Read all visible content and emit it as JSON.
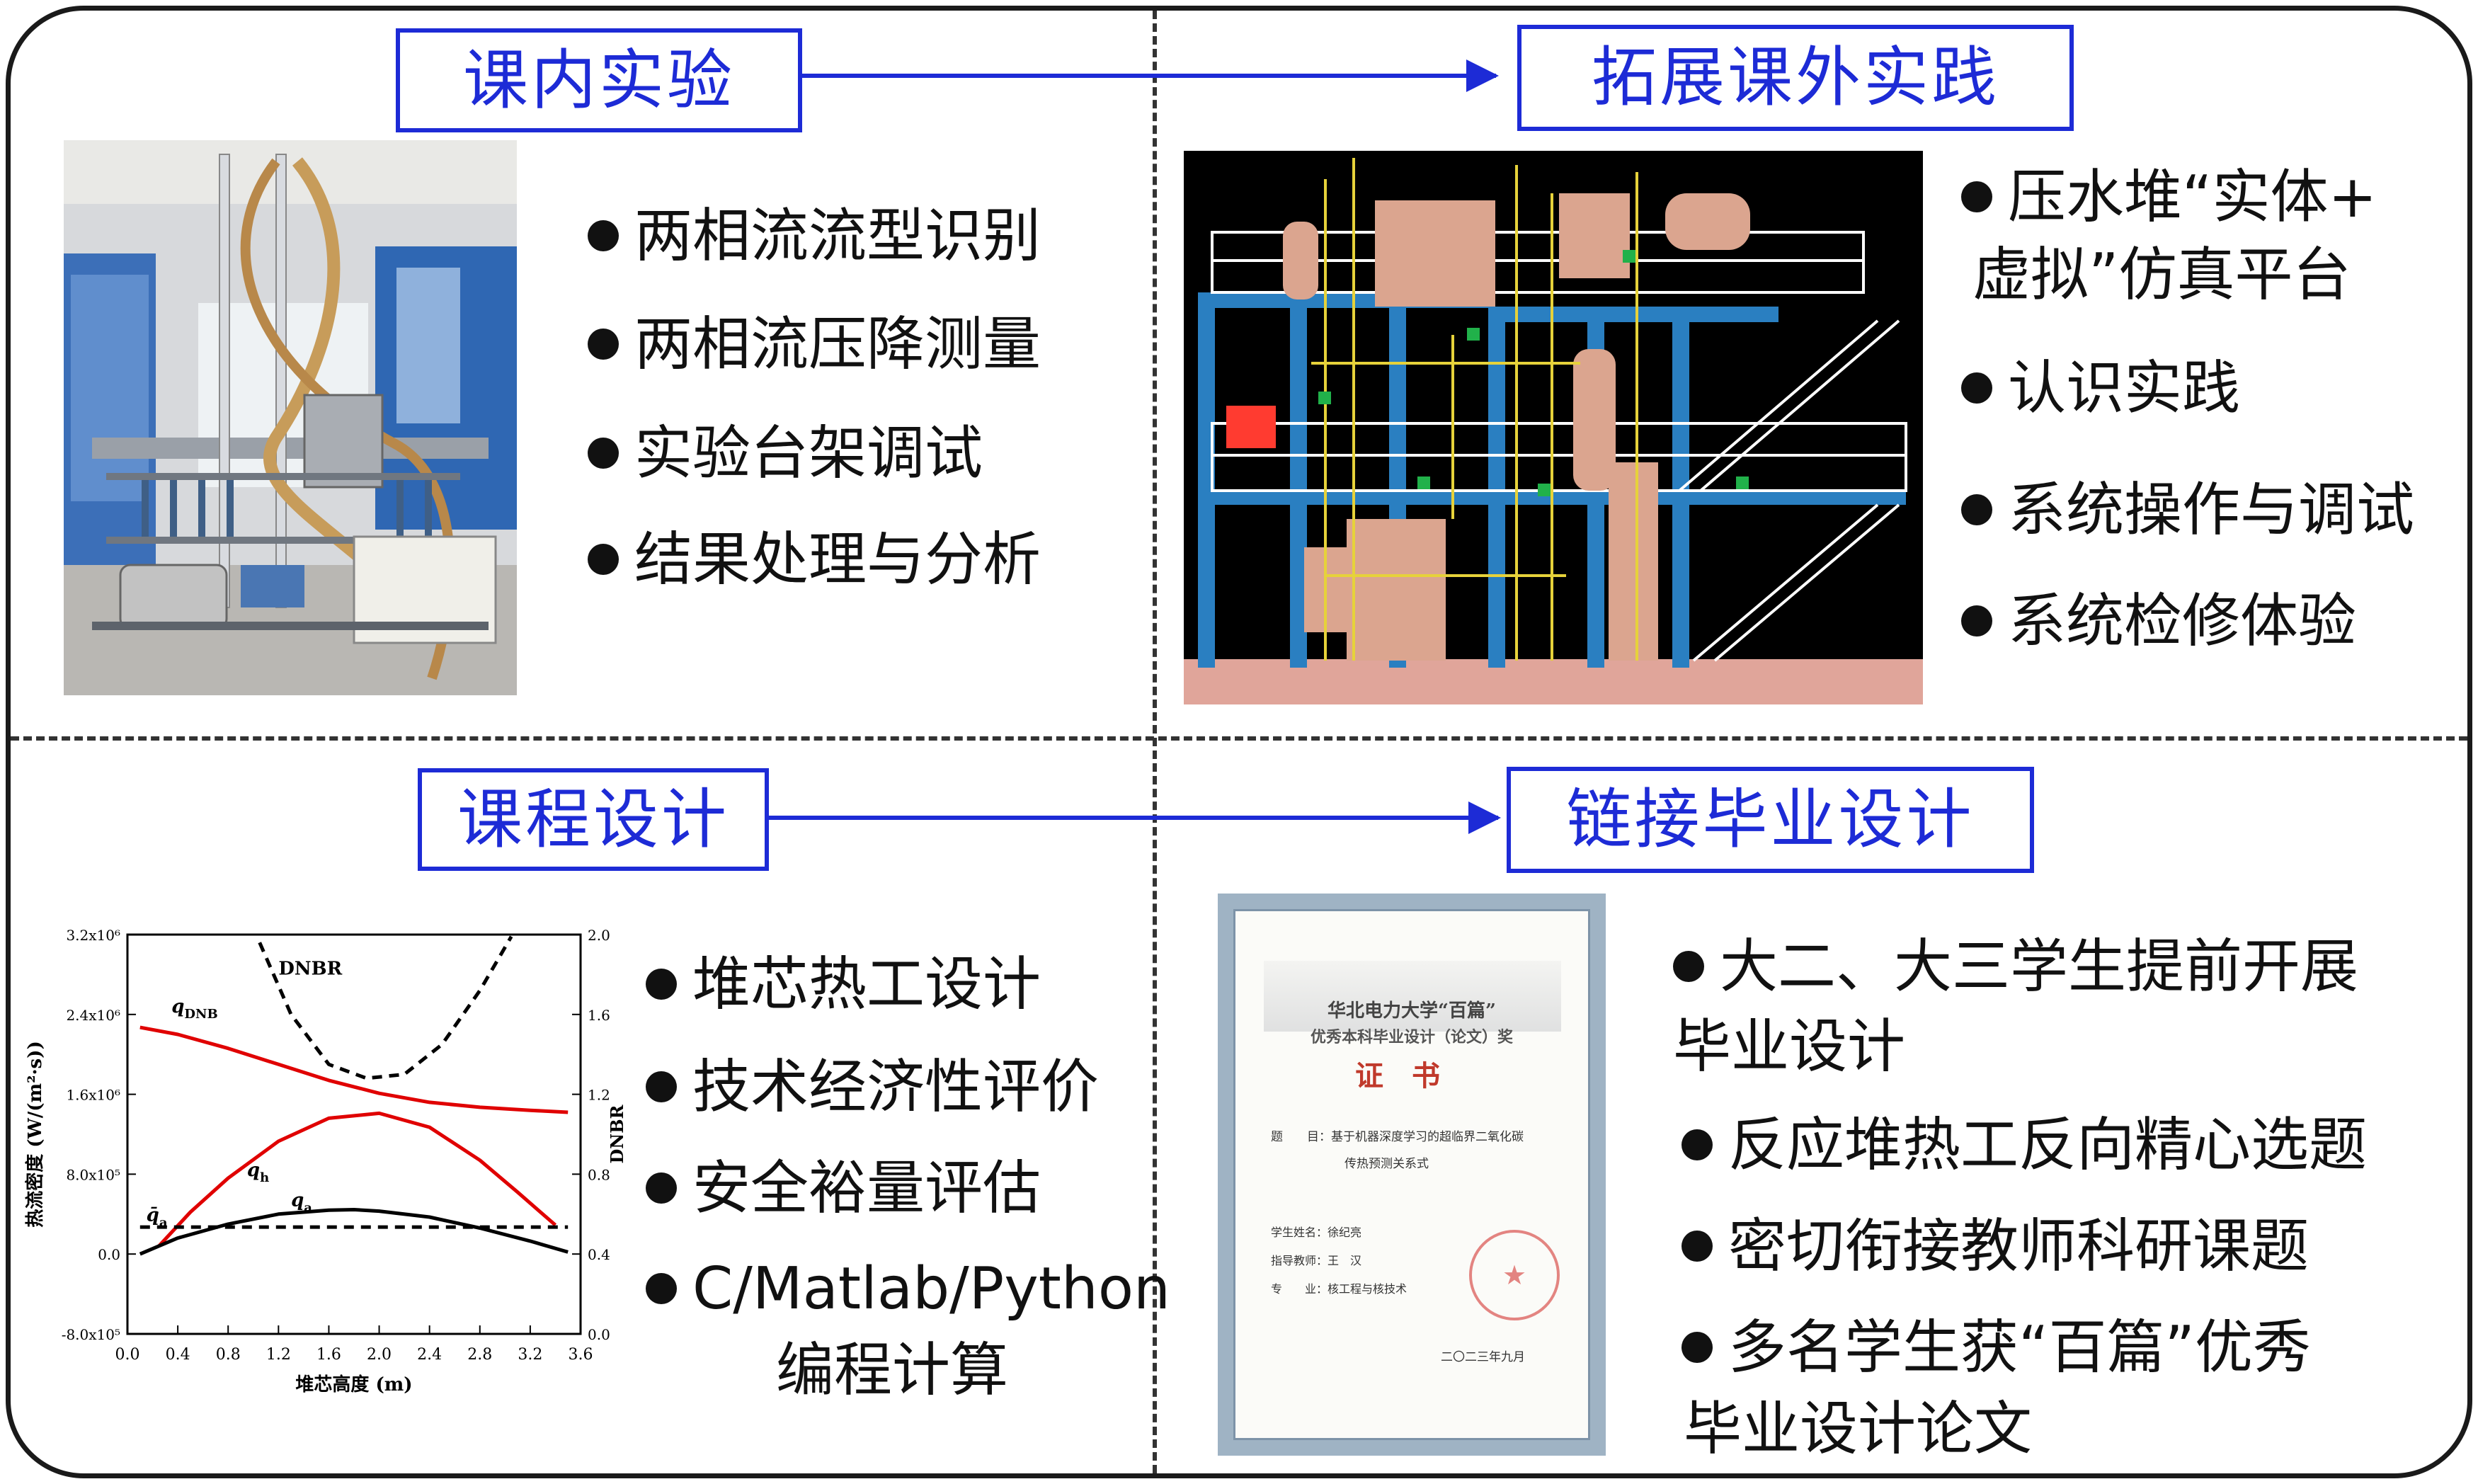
{
  "sections": {
    "tl_title": "课内实验",
    "tr_title": "拓展课外实践",
    "bl_title": "课程设计",
    "br_title": "链接毕业设计"
  },
  "tl_bullets": [
    "两相流流型识别",
    "两相流压降测量",
    "实验台架调试",
    "结果处理与分析"
  ],
  "tr_bullets": {
    "b1_line1": "压水堆“实体+",
    "b1_line2": "虚拟”仿真平台",
    "b2": "认识实践",
    "b3": "系统操作与调试",
    "b4": "系统检修体验"
  },
  "bl_bullets": {
    "b1": "堆芯热工设计",
    "b2": "技术经济性评价",
    "b3": "安全裕量评估",
    "b4_line1": "C/Matlab/Python",
    "b4_line2": "编程计算"
  },
  "br_bullets": {
    "b1_line1": "大二、大三学生提前开展",
    "b1_line2": "毕业设计",
    "b2": "反应堆热工反向精心选题",
    "b3": "密切衔接教师科研课题",
    "b4_line1": "多名学生获“百篇”优秀",
    "b4_line2": "毕业设计论文"
  },
  "certificate": {
    "school": "华北电力大学“百篇”",
    "award": "优秀本科毕业设计（论文）奖",
    "heading": "证书",
    "topic_label": "题　　目：",
    "topic_line1": "基于机器深度学习的超临界二氧化碳",
    "topic_line2": "传热预测关系式",
    "student": "学生姓名：徐纪亮",
    "advisor": "指导教师：王　汉",
    "major": "专　　业：核工程与核技术",
    "date": "二〇二三年九月"
  },
  "chart_data": {
    "type": "line",
    "xlabel": "堆芯高度 (m)",
    "ylabel": "热流密度 (W/(m²·s))",
    "y2label": "DNBR",
    "xlim": [
      0,
      3.6
    ],
    "ylim": [
      -800000,
      3200000
    ],
    "y2lim": [
      0,
      2.0
    ],
    "x_ticks": [
      "0.0",
      "0.4",
      "0.8",
      "1.2",
      "1.6",
      "2.0",
      "2.4",
      "2.8",
      "3.2",
      "3.6"
    ],
    "y_ticks": [
      "-8.0x10⁵",
      "0.0",
      "8.0x10⁵",
      "1.6x10⁶",
      "2.4x10⁶",
      "3.2x10⁶"
    ],
    "y2_ticks": [
      "0.0",
      "0.4",
      "0.8",
      "1.2",
      "1.6",
      "2.0"
    ],
    "series": [
      {
        "name": "q_DNB",
        "axis": "left",
        "color": "#e00000",
        "x": [
          0.1,
          0.4,
          0.8,
          1.2,
          1.6,
          2.0,
          2.4,
          2.8,
          3.2,
          3.5
        ],
        "y": [
          2270000,
          2200000,
          2060000,
          1900000,
          1740000,
          1610000,
          1520000,
          1470000,
          1440000,
          1420000
        ]
      },
      {
        "name": "q_h",
        "axis": "left",
        "color": "#e00000",
        "x": [
          0.25,
          0.5,
          0.8,
          1.2,
          1.6,
          2.0,
          2.4,
          2.8,
          3.1,
          3.4
        ],
        "y": [
          80000,
          420000,
          760000,
          1130000,
          1360000,
          1410000,
          1270000,
          940000,
          620000,
          290000
        ]
      },
      {
        "name": "q_a",
        "axis": "left",
        "color": "#000000",
        "x": [
          0.1,
          0.4,
          0.8,
          1.2,
          1.6,
          1.8,
          2.0,
          2.4,
          2.8,
          3.2,
          3.5
        ],
        "y": [
          0,
          160000,
          300000,
          400000,
          440000,
          445000,
          430000,
          370000,
          260000,
          130000,
          20000
        ]
      },
      {
        "name": "q̄_a",
        "axis": "left",
        "color": "#000000",
        "dashed": true,
        "x": [
          0.1,
          3.5
        ],
        "y": [
          270000,
          270000
        ]
      },
      {
        "name": "DNBR",
        "axis": "right",
        "color": "#000000",
        "dashed": true,
        "x": [
          1.05,
          1.3,
          1.6,
          1.9,
          2.2,
          2.5,
          2.8,
          3.05
        ],
        "y": [
          1.96,
          1.6,
          1.35,
          1.28,
          1.3,
          1.45,
          1.72,
          1.99
        ]
      }
    ],
    "labels": {
      "dnbr": "DNBR",
      "qdnb": "q",
      "qdnb_sub": "DNB",
      "qh": "q",
      "qh_sub": "h",
      "qa": "q",
      "qa_sub": "a",
      "qbar": "q̄",
      "qbar_sub": "a"
    }
  }
}
